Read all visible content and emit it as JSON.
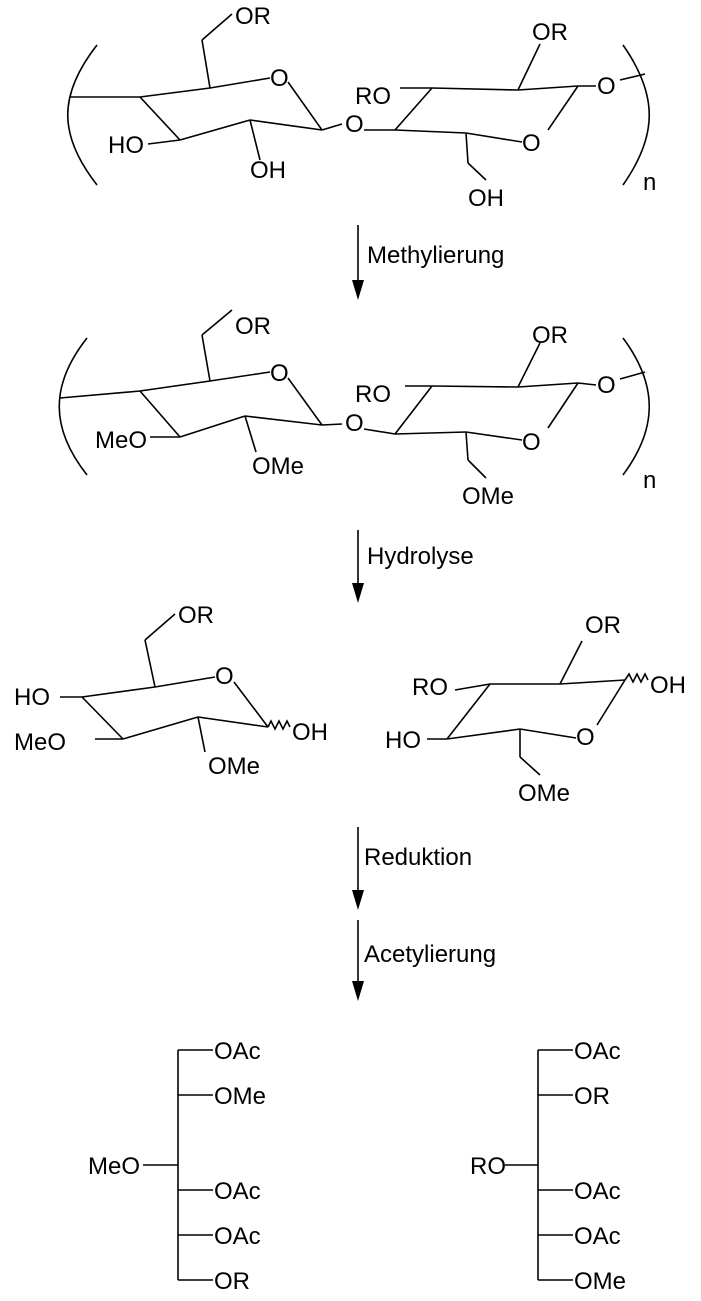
{
  "scheme": {
    "arrows": [
      {
        "label": "Methylierung"
      },
      {
        "label": "Hydrolyse"
      },
      {
        "label": "Reduktion"
      },
      {
        "label": "Acetylierung"
      }
    ],
    "polymer": {
      "repeat_index": "n",
      "labels": {
        "or_top_left": "OR",
        "ring_o_left": "O",
        "ho": "HO",
        "oh_lower": "OH",
        "glyco_o": "O",
        "ro": "RO",
        "or_top_right": "OR",
        "link_o": "O",
        "ring_o_right": "O",
        "oh_ch2": "OH"
      }
    },
    "methylated": {
      "repeat_index": "n",
      "labels": {
        "or_top_left": "OR",
        "ring_o_left": "O",
        "meo": "MeO",
        "ome_lower": "OMe",
        "glyco_o": "O",
        "ro": "RO",
        "or_top_right": "OR",
        "link_o": "O",
        "ring_o_right": "O",
        "ome_ch2": "OMe"
      }
    },
    "hydrolysed_left": {
      "labels": {
        "or_top": "OR",
        "ring_o": "O",
        "ho": "HO",
        "meo": "MeO",
        "oh": "OH",
        "ome": "OMe"
      }
    },
    "hydrolysed_right": {
      "labels": {
        "or_top": "OR",
        "ro": "RO",
        "oh": "OH",
        "ho": "HO",
        "ring_o": "O",
        "ome": "OMe"
      }
    },
    "alditol_left": {
      "side_label": "MeO",
      "chain": [
        "OAc",
        "OMe",
        "OAc",
        "OAc",
        "OR"
      ]
    },
    "alditol_right": {
      "side_label": "RO",
      "chain": [
        "OAc",
        "OR",
        "OAc",
        "OAc",
        "OMe"
      ]
    }
  }
}
